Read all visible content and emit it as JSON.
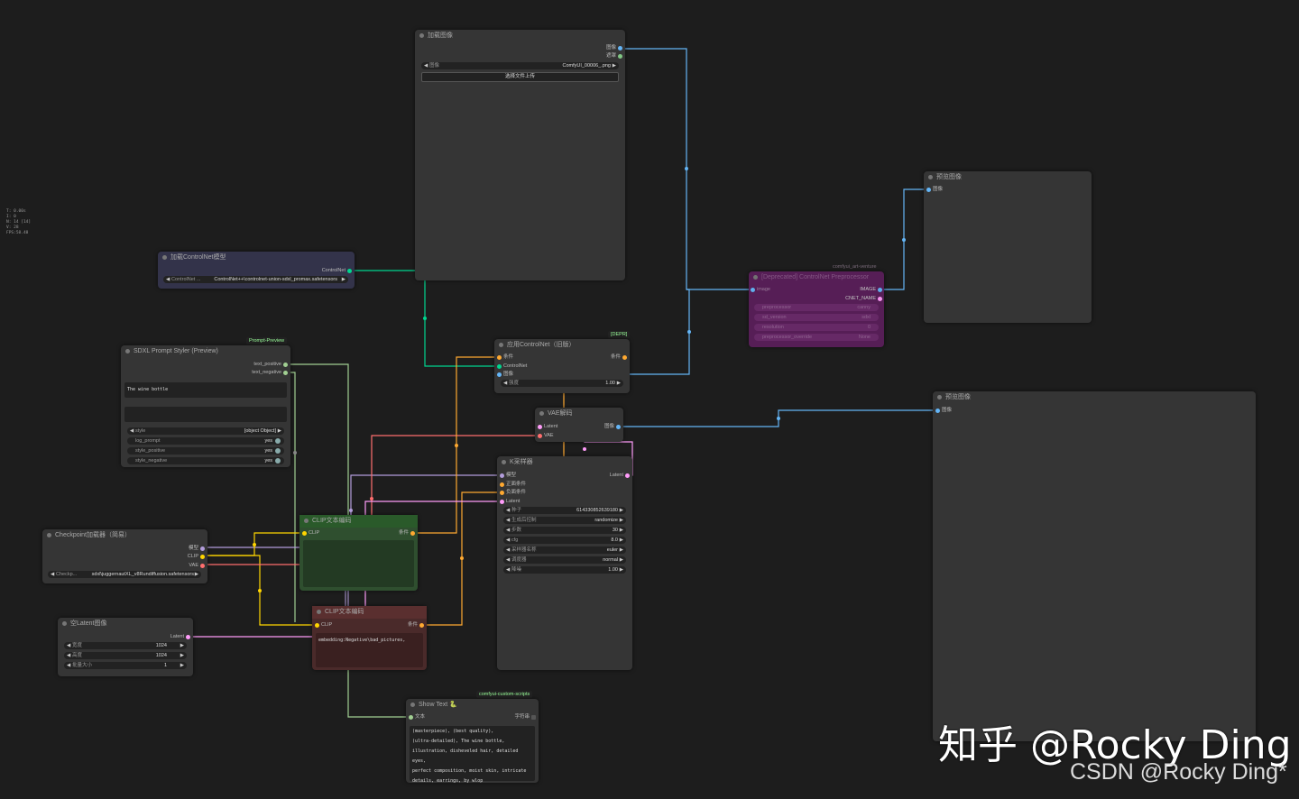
{
  "stats": [
    "T: 0.00s",
    "I: 0",
    "N: 14 [14]",
    "V: 28",
    "FPS:58.48"
  ],
  "nodes": {
    "load_image": {
      "title": "加载图像",
      "out1": "图像",
      "out2": "遮罩",
      "combo_label": "图像",
      "combo_value": "ComfyUI_00006_.png",
      "upload": "选择文件上传"
    },
    "load_controlnet": {
      "title": "加载ControlNet模型",
      "out1": "ControlNet",
      "combo_label": "ControlNet ...",
      "combo_value": "ControlNet++\\controlnet-union-sdxl_promax.safetensors"
    },
    "preprocessor": {
      "tag": "comfyui_art-venture",
      "title": "[Deprecated] ControlNet Preprocessor",
      "in1": "image",
      "out1": "IMAGE",
      "out2": "CNET_NAME",
      "w1l": "preprocessor",
      "w1v": "canny",
      "w2l": "sd_version",
      "w2v": "sdxl",
      "w3l": "resolution",
      "w3v": "0",
      "w4l": "preprocessor_override",
      "w4v": "None"
    },
    "preview1": {
      "title": "预览图像",
      "in1": "图像"
    },
    "preview2": {
      "title": "预览图像",
      "in1": "图像"
    },
    "styler": {
      "tag": "Prompt-Preview",
      "title": "SDXL Prompt Styler (Preview)",
      "out1": "text_positive",
      "out2": "text_negative",
      "text1": "The wine bottle",
      "w1l": "style",
      "w1v": "[object Object]",
      "w2l": "log_prompt",
      "w2v": "yes",
      "w3l": "style_positive",
      "w3v": "yes",
      "w4l": "style_negative",
      "w4v": "yes"
    },
    "apply_cn": {
      "tag": "[DEPR]",
      "title": "应用ControlNet（旧版）",
      "in1": "条件",
      "in2": "ControlNet",
      "in3": "图像",
      "out1": "条件",
      "w1l": "强度",
      "w1v": "1.00"
    },
    "vae_decode": {
      "title": "VAE解码",
      "in1": "Latent",
      "in2": "VAE",
      "out1": "图像"
    },
    "ksampler": {
      "title": "K采样器",
      "in1": "模型",
      "in2": "正面条件",
      "in3": "负面条件",
      "in4": "Latent",
      "out1": "Latent",
      "w": [
        {
          "l": "种子",
          "v": "614330852639180"
        },
        {
          "l": "生成后控制",
          "v": "randomize"
        },
        {
          "l": "步数",
          "v": "30"
        },
        {
          "l": "cfg",
          "v": "8.0"
        },
        {
          "l": "采样器名称",
          "v": "euler"
        },
        {
          "l": "调度器",
          "v": "normal"
        },
        {
          "l": "降噪",
          "v": "1.00"
        }
      ]
    },
    "checkpoint": {
      "title": "Checkpoint加载器（简易）",
      "out1": "模型",
      "out2": "CLIP",
      "out3": "VAE",
      "combo_label": "Checkp...",
      "combo_value": "sdxl\\juggernautXL_v8Rundiffusion.safetensors"
    },
    "clip_pos": {
      "title": "CLIP文本编码",
      "in1": "CLIP",
      "out1": "条件"
    },
    "clip_neg": {
      "title": "CLIP文本编码",
      "in1": "CLIP",
      "out1": "条件",
      "text1": "embedding:Negative\\bad_pictures,"
    },
    "empty_latent": {
      "title": "空Latent图像",
      "out1": "Latent",
      "w1l": "宽度",
      "w1v": "1024",
      "w2l": "高度",
      "w2v": "1024",
      "w3l": "批量大小",
      "w3v": "1"
    },
    "show_text": {
      "tag": "comfyui-custom-scripts",
      "title": "Show Text 🐍",
      "in1": "文本",
      "out1": "字符串",
      "lines": [
        "(masterpiece), (best quality),",
        "(ultra-detailed), The wine bottle,",
        "illustration, disheveled hair, detailed eyes,",
        "perfect composition, moist skin, intricate",
        "details, earrings, by wlop"
      ]
    }
  },
  "colors": {
    "image": "#64b5f6",
    "mask": "#81c784",
    "controlnet": "#00d68f",
    "clip": "#ffd500",
    "conditioning": "#ffa931",
    "latent": "#ff9cf9",
    "vae": "#ff6e6e",
    "model": "#b39ddb",
    "string": "#a1cf92"
  },
  "watermark": {
    "zhihu": "知乎 @Rocky Ding",
    "csdn": "CSDN @Rocky Ding*"
  }
}
